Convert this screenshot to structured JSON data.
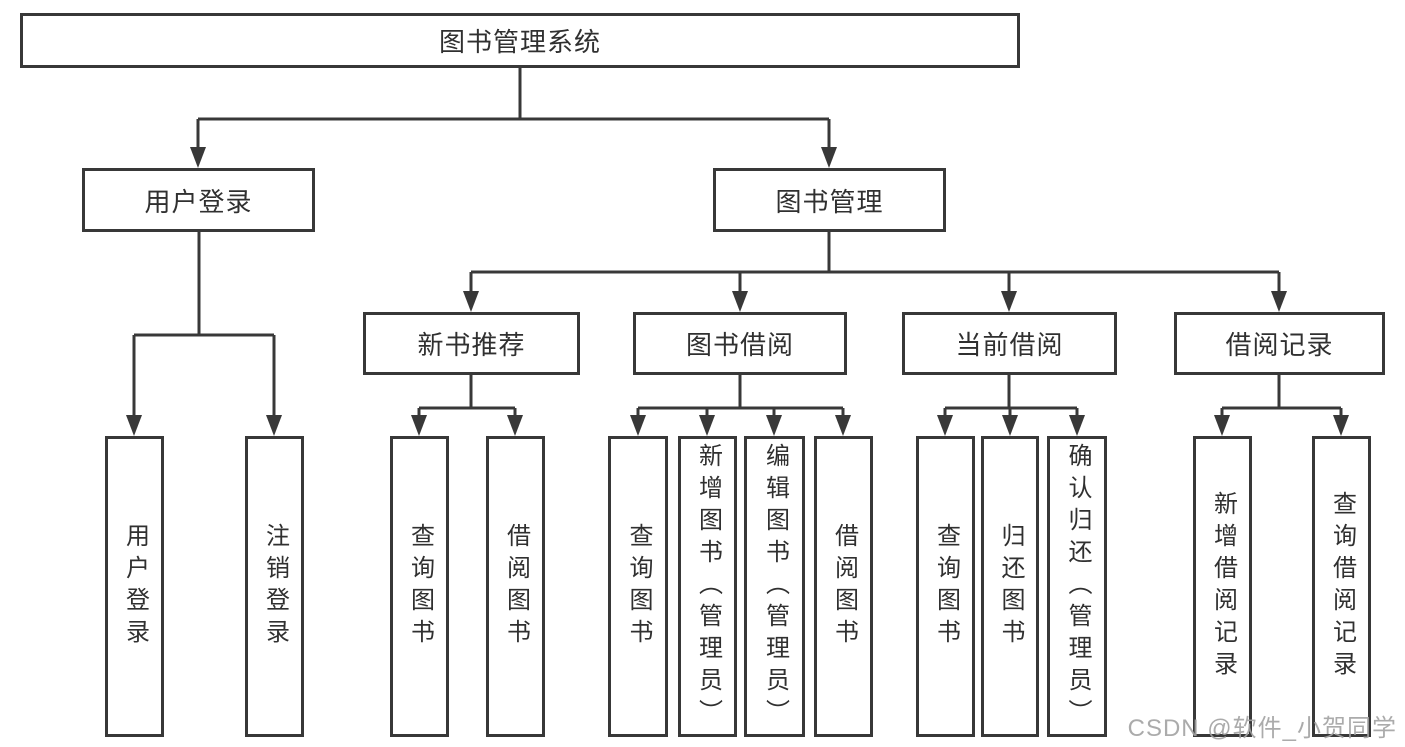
{
  "diagram": {
    "root": {
      "label": "图书管理系统"
    },
    "level2": [
      {
        "label": "用户登录"
      },
      {
        "label": "图书管理"
      }
    ],
    "level3": [
      {
        "label": "新书推荐"
      },
      {
        "label": "图书借阅"
      },
      {
        "label": "当前借阅"
      },
      {
        "label": "借阅记录"
      }
    ],
    "leaves": [
      {
        "label": "用户登录"
      },
      {
        "label": "注销登录"
      },
      {
        "label": "查询图书"
      },
      {
        "label": "借阅图书"
      },
      {
        "label": "查询图书"
      },
      {
        "label": "新增图书（管理员）"
      },
      {
        "label": "编辑图书（管理员）"
      },
      {
        "label": "借阅图书"
      },
      {
        "label": "查询图书"
      },
      {
        "label": "归还图书"
      },
      {
        "label": "确认归还（管理员）"
      },
      {
        "label": "新增借阅记录"
      },
      {
        "label": "查询借阅记录"
      }
    ]
  },
  "watermark": {
    "text": "CSDN @软件_小贺同学"
  },
  "colors": {
    "line": "#383838",
    "text": "#303030",
    "background": "#ffffff",
    "watermark": "#a2a2a2"
  }
}
